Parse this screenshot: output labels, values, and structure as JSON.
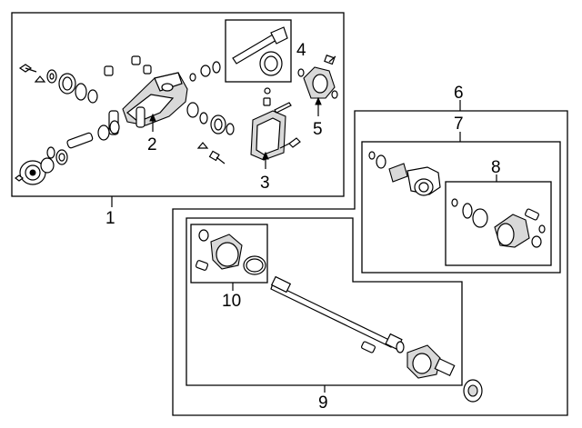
{
  "callouts": {
    "c1": "1",
    "c2": "2",
    "c3": "3",
    "c4": "4",
    "c5": "5",
    "c6": "6",
    "c7": "7",
    "c8": "8",
    "c9": "9",
    "c10": "10"
  },
  "colors": {
    "line": "#000000",
    "background": "#ffffff",
    "fill_light": "#ffffff",
    "fill_shade": "#d9d9d9"
  }
}
